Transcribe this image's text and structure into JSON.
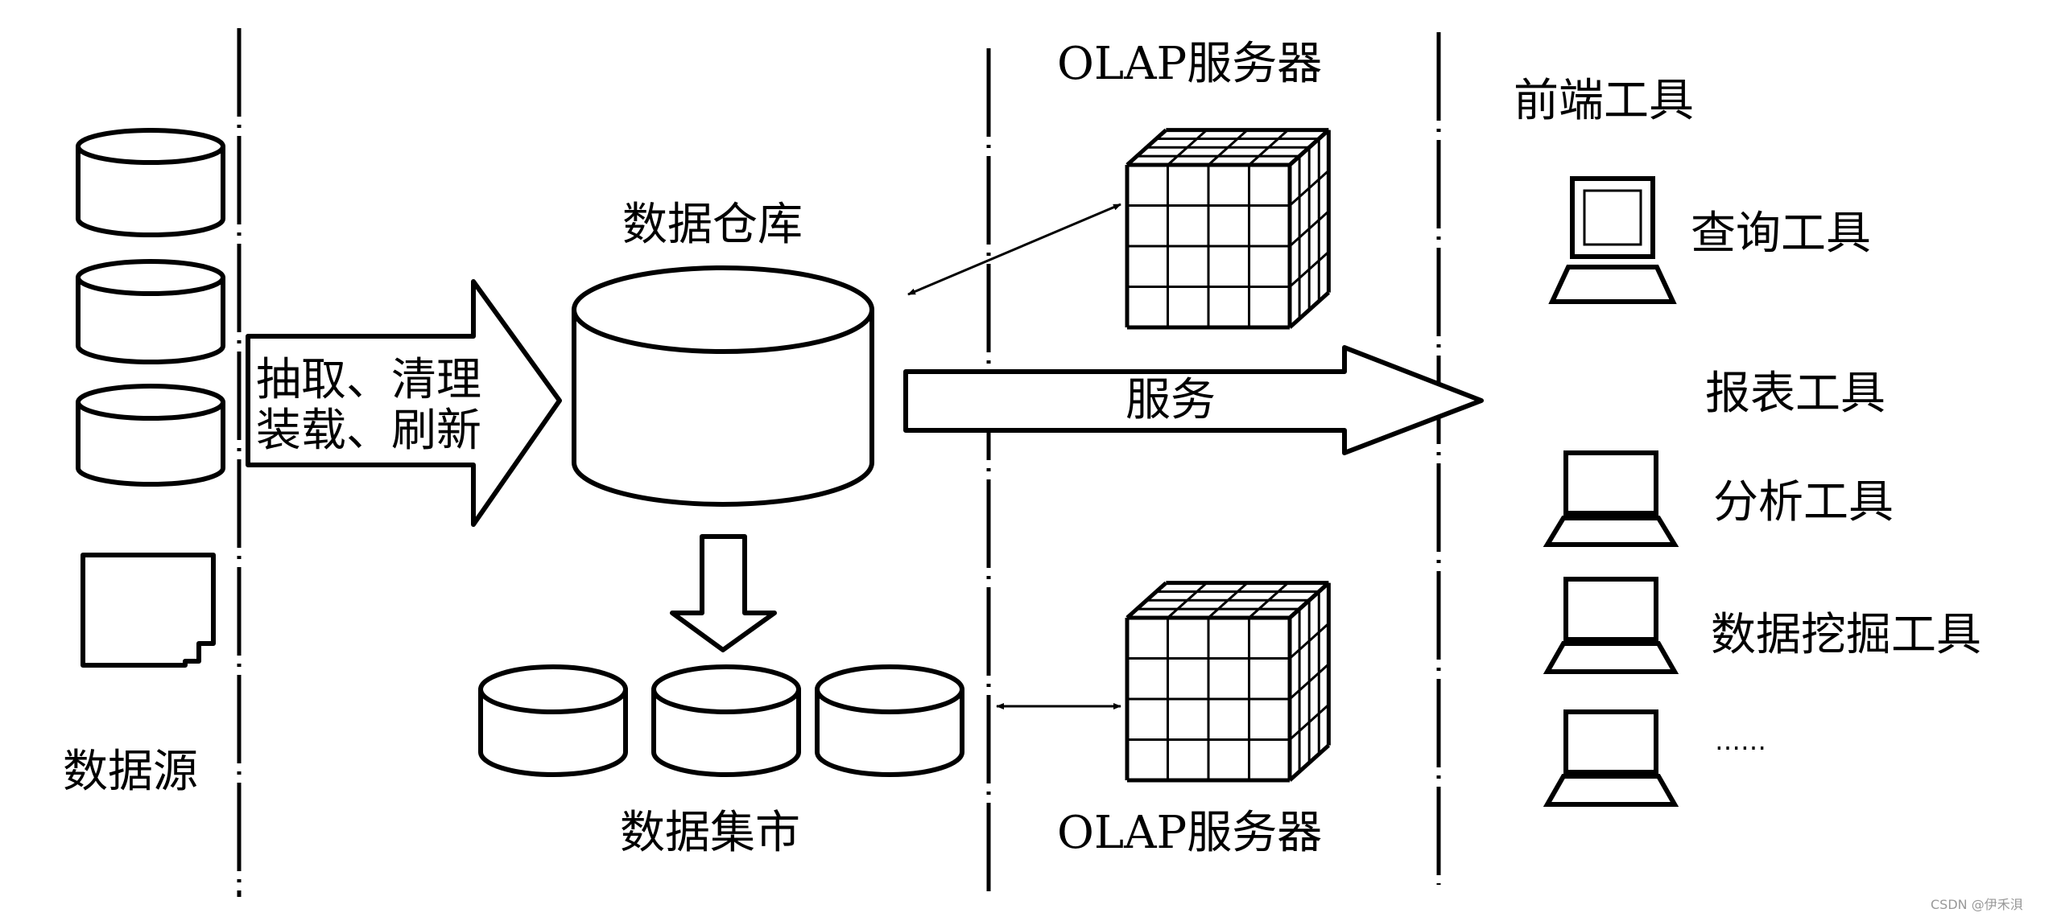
{
  "labels": {
    "data_source": "数据源",
    "warehouse": "数据仓库",
    "etl_line1": "抽取、清理",
    "etl_line2": "装载、刷新",
    "data_mart": "数据集市",
    "olap_top": "OLAP服务器",
    "olap_bottom": "OLAP服务器",
    "service": "服务",
    "frontend": "前端工具",
    "query_tool": "查询工具",
    "report_tool": "报表工具",
    "analysis_tool": "分析工具",
    "mining_tool": "数据挖掘工具",
    "ellipsis": "……"
  },
  "watermark": "CSDN @伊禾浿",
  "colors": {
    "stroke": "#000000",
    "fill": "#ffffff"
  }
}
